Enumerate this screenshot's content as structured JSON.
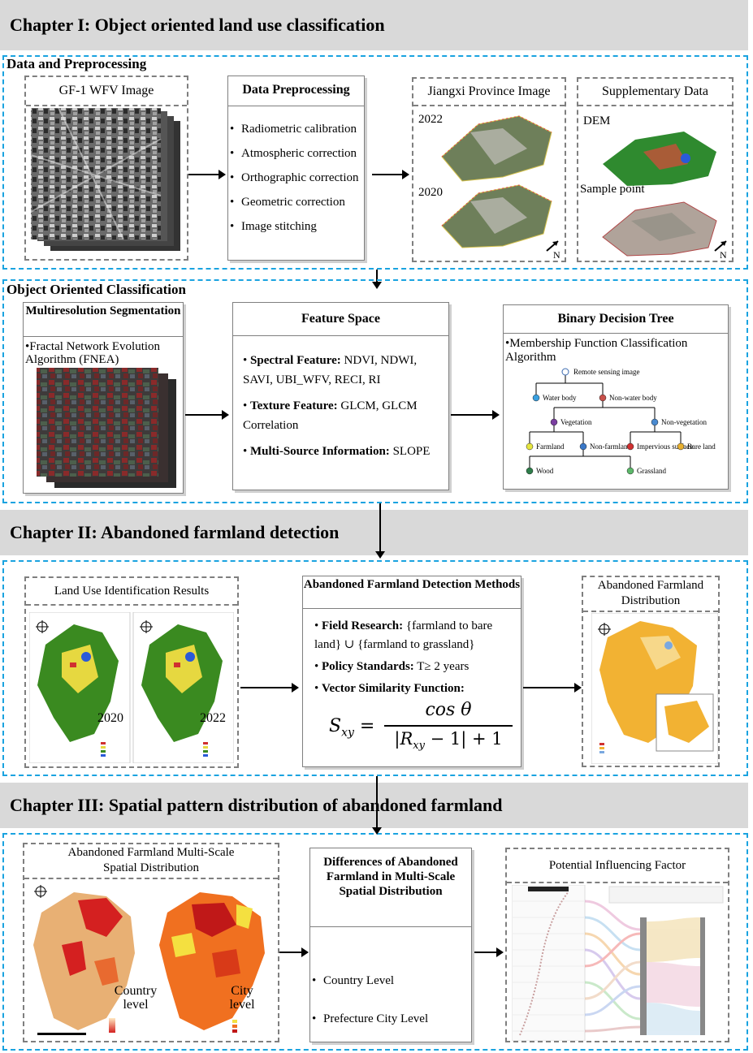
{
  "chapters": {
    "c1": "Chapter I: Object oriented land use classification",
    "c2": "Chapter II: Abandoned farmland detection",
    "c3": "Chapter III: Spatial pattern distribution of abandoned farmland"
  },
  "sections": {
    "data_prep": "Data and Preprocessing",
    "ooc": "Object Oriented Classification"
  },
  "gf1": {
    "title": "GF-1 WFV Image"
  },
  "preprocessing": {
    "title": "Data Preprocessing",
    "items": [
      "Radiometric calibration",
      "Atmospheric correction",
      "Orthographic correction",
      "Geometric correction",
      "Image stitching"
    ]
  },
  "jiangxi": {
    "title": "Jiangxi Province Image",
    "year_a": "2022",
    "year_b": "2020",
    "north": "N"
  },
  "supp": {
    "title": "Supplementary Data",
    "dem": "DEM",
    "sample": "Sample point",
    "north": "N"
  },
  "mrs": {
    "title": "Multiresolution Segmentation",
    "algo": "Fractal Network Evolution Algorithm (FNEA)"
  },
  "feature": {
    "title": "Feature Space",
    "spectral_label": "Spectral Feature:",
    "spectral_value": "NDVI, NDWI, SAVI, UBI_WFV, RECI, RI",
    "texture_label": "Texture Feature:",
    "texture_value": "GLCM, GLCM Correlation",
    "multi_label": "Multi-Source Information:",
    "multi_value": "SLOPE"
  },
  "bdt": {
    "title": "Binary Decision Tree",
    "algo": "Membership Function Classification Algorithm",
    "nodes": {
      "root": "Remote sensing image",
      "water": "Water body",
      "nonwater": "Non-water body",
      "veg": "Vegetation",
      "nonveg": "Non-vegetation",
      "farm": "Farmland",
      "nonfarm": "Non-farmland",
      "imperv": "Impervious surface",
      "bare": "Bare land",
      "wood": "Wood",
      "grass": "Grassland"
    },
    "colors": {
      "root": "#ffffff",
      "water": "#3aa0e0",
      "nonwater": "#c8504a",
      "veg": "#7a3ea0",
      "nonveg": "#4a8ad0",
      "farm": "#e6e640",
      "nonfarm": "#3a78c8",
      "imperv": "#d03030",
      "bare": "#e8b030",
      "wood": "#2e7d4a",
      "grass": "#5cb86a"
    }
  },
  "luir": {
    "title": "Land Use Identification Results",
    "year_a": "2020",
    "year_b": "2022"
  },
  "afdm": {
    "title": "Abandoned Farmland Detection Methods",
    "field_label": "Field Research:",
    "field_value": "{farmland to bare land} ∪ {farmland to grassland}",
    "policy_label": "Policy Standards:",
    "policy_value": "T≥ 2 years",
    "vector_label": "Vector Similarity Function:",
    "formula_lhs": "S",
    "formula_lhs_sub": "xy",
    "formula_num": "cos θ",
    "formula_den_r": "R",
    "formula_den_sub": "xy",
    "formula_den_rest": "− 1| + 1",
    "formula_den_open": "|"
  },
  "afd": {
    "title": "Abandoned Farmland Distribution"
  },
  "afmsd": {
    "title": "Abandoned Farmland Multi-Scale Spatial Distribution",
    "country": "Country level",
    "city": "City level"
  },
  "diff": {
    "title": "Differences of Abandoned Farmland in Multi-Scale Spatial Distribution",
    "item1": "Country Level",
    "item2": "Prefecture  City Level"
  },
  "pif": {
    "title": "Potential Influencing Factor"
  }
}
